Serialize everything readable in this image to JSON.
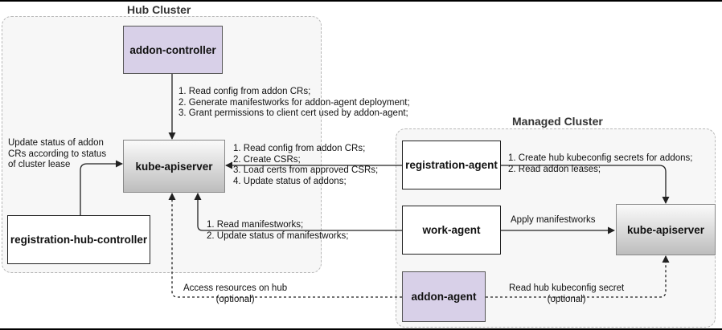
{
  "clusters": {
    "hub": "Hub Cluster",
    "managed": "Managed Cluster"
  },
  "boxes": {
    "addon_controller": "addon-controller",
    "hub_apiserver": "kube-apiserver",
    "registration_hub_controller": "registration-hub-controller",
    "registration_agent": "registration-agent",
    "work_agent": "work-agent",
    "addon_agent": "addon-agent",
    "managed_apiserver": "kube-apiserver"
  },
  "labels": {
    "addon_controller_steps": [
      "1. Read config from addon CRs;",
      "2. Generate manifestworks for addon-agent deployment;",
      "3. Grant permissions to client cert used by addon-agent;"
    ],
    "hub_controller_note": [
      "Update status of addon",
      "CRs according to status",
      "of cluster lease"
    ],
    "registration_agent_hub_steps": [
      "1. Read config from addon CRs;",
      "2. Create CSRs;",
      "3. Load certs from approved CSRs;",
      "4. Update status of addons;"
    ],
    "registration_agent_managed_steps": [
      "1. Create hub kubeconfig secrets for addons;",
      "2. Read addon leases;"
    ],
    "work_agent_hub_steps": [
      "1. Read manifestworks;",
      "2. Update status of manifestworks;"
    ],
    "work_agent_managed": "Apply manifestworks",
    "addon_agent_hub": [
      "Access resources on hub",
      "(optional)"
    ],
    "addon_agent_managed": [
      "Read hub kubeconfig secret",
      "(optional)"
    ]
  },
  "colors": {
    "addon_box_fill": "#d8d0e8",
    "cluster_border": "#b8b8b8",
    "arrow": "#222222"
  }
}
